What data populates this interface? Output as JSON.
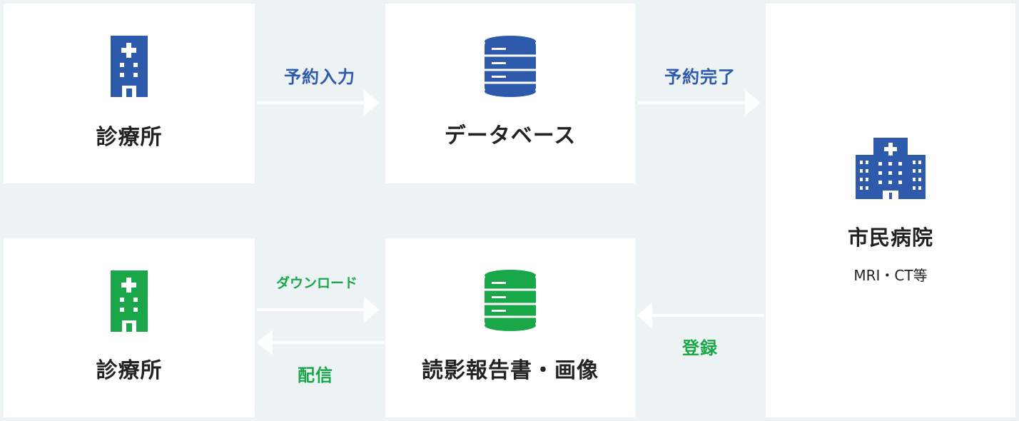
{
  "colors": {
    "blue": "#2e5aab",
    "green": "#1aa74a",
    "background": "#edf2f5",
    "box": "#ffffff"
  },
  "nodes": {
    "clinic_top": {
      "label": "診療所",
      "icon": "clinic-building-icon",
      "color": "blue"
    },
    "database": {
      "label": "データベース",
      "icon": "database-icon",
      "color": "blue"
    },
    "hospital": {
      "label": "市民病院",
      "sublabel": "MRI・CT等",
      "icon": "hospital-building-icon",
      "color": "blue"
    },
    "clinic_bottom": {
      "label": "診療所",
      "icon": "clinic-building-icon",
      "color": "green"
    },
    "report": {
      "label": "読影報告書・画像",
      "icon": "database-icon",
      "color": "green"
    }
  },
  "edges": {
    "reserve_input": "予約入力",
    "reserve_done": "予約完了",
    "register": "登録",
    "download": "ダウンロード",
    "deliver": "配信"
  }
}
